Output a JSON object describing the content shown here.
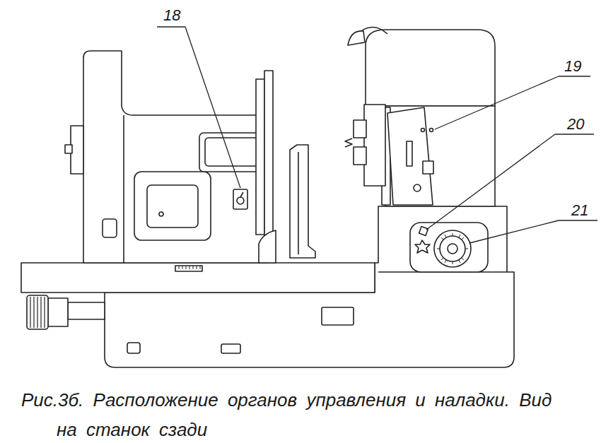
{
  "diagram": {
    "caption": "Рис.3б. Расположение органов управления и наладки. Вид на станок сзади",
    "labels": [
      "18",
      "19",
      "20",
      "21"
    ]
  }
}
